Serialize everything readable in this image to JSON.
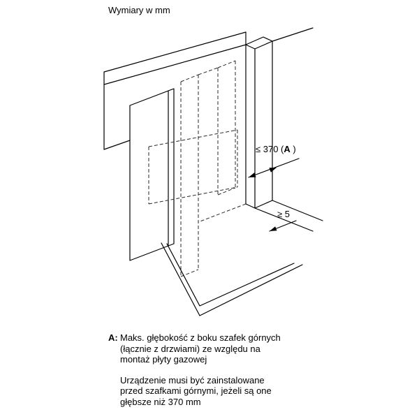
{
  "page": {
    "title": "Wymiary w mm"
  },
  "diagram": {
    "depth_dimension": {
      "prefix": "≤ 370 (",
      "ref": "A",
      "suffix": " )"
    },
    "gap_dimension": "≥ 5"
  },
  "notes": {
    "a_label": "A:",
    "a_lines": [
      "Maks. głębokość z boku szafek górnych",
      "(łącznie z drzwiami) ze względu na",
      "montaż płyty gazowej"
    ],
    "b_lines": [
      "Urządzenie musi być zainstalowane",
      "przed szafkami górnymi, jeżeli są one",
      "głębsze niż 370 mm"
    ]
  },
  "colors": {
    "line": "#000000",
    "background": "#ffffff"
  }
}
